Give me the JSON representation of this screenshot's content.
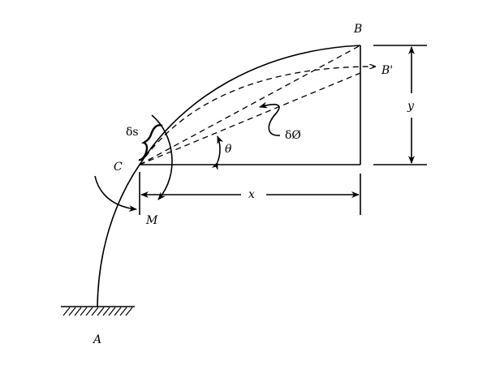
{
  "labels": {
    "A": "A",
    "B": "B",
    "B_prime": "B'",
    "C": "C",
    "M": "M",
    "delta_s": "δs",
    "delta_phi": "δØ",
    "theta": "θ",
    "x": "x",
    "y": "y"
  }
}
